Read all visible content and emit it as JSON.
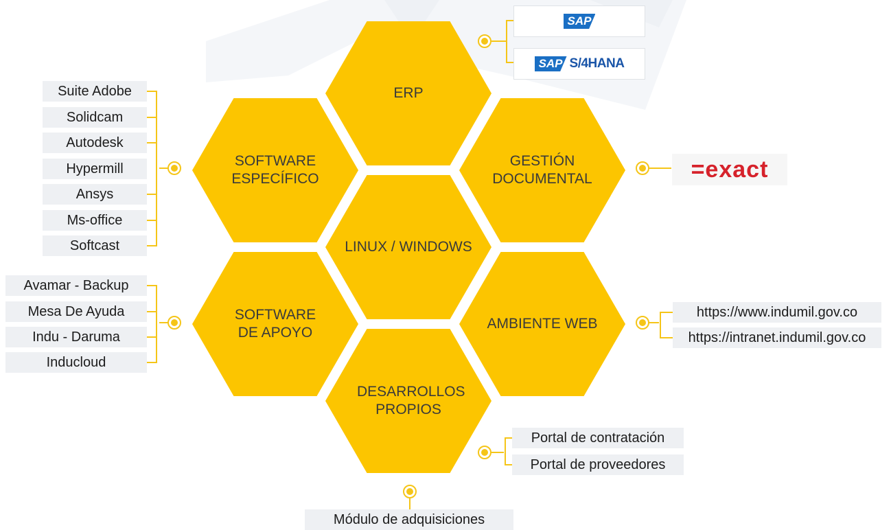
{
  "colors": {
    "hex_fill": "#fcc500",
    "connector": "#f5c518",
    "box_bg": "#eef0f3",
    "bg_decoration": "#f3f5f8"
  },
  "hexagons": {
    "erp": "ERP",
    "software_especifico": "SOFTWARE\nESPECÍFICO",
    "gestion_documental": "GESTIÓN\nDOCUMENTAL",
    "linux_windows": "LINUX / WINDOWS",
    "software_apoyo": "SOFTWARE\nDE APOYO",
    "ambiente_web": "AMBIENTE WEB",
    "desarrollos_propios": "DESARROLLOS\nPROPIOS"
  },
  "erp_logos": {
    "sap": "SAP",
    "sap_s4_prefix": "SAP",
    "sap_s4_suffix": "S/4HANA"
  },
  "gestion_logo": "=exact",
  "software_especifico_items": [
    "Suite Adobe",
    "Solidcam",
    "Autodesk",
    "Hypermill",
    "Ansys",
    "Ms-office",
    "Softcast"
  ],
  "software_apoyo_items": [
    "Avamar - Backup",
    "Mesa De Ayuda",
    "Indu - Daruma",
    "Inducloud"
  ],
  "ambiente_web_items": [
    "https://www.indumil.gov.co",
    "https://intranet.indumil.gov.co"
  ],
  "desarrollos_items": [
    "Portal de contratación",
    "Portal de proveedores"
  ],
  "bottom_item": "Módulo de adquisiciones"
}
